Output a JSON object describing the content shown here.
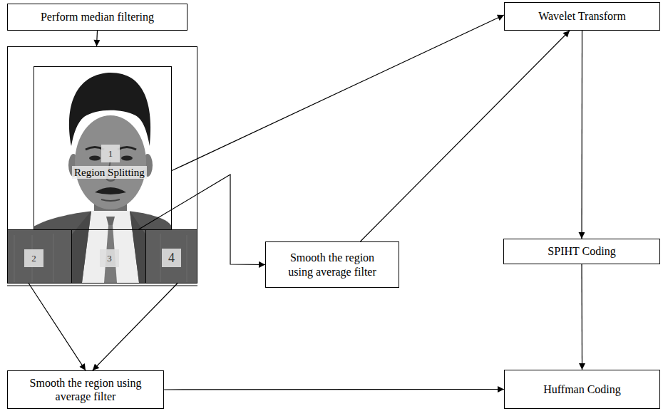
{
  "diagram": {
    "nodes": [
      {
        "text": [
          "Perform median filtering"
        ]
      },
      {
        "text": [
          "Region Splitting"
        ]
      },
      {
        "text": [
          "1"
        ],
        "in": 1
      },
      {
        "text": [
          "2"
        ],
        "in": 1
      },
      {
        "text": [
          "3"
        ],
        "in": 1
      },
      {
        "text": [
          "4"
        ],
        "in": 1
      },
      {
        "text": [
          "Wavelet Transform"
        ]
      },
      {
        "text": [
          "Smooth the region using average filter"
        ]
      },
      {
        "text": [
          "SPIHT Coding"
        ]
      },
      {
        "text": [
          "Smooth the region using average filter"
        ]
      },
      {
        "text": [
          "Huffman Coding"
        ]
      }
    ],
    "edges": [
      {
        "from": 0,
        "to": 1,
        "arrow": "to"
      },
      {
        "from": 2,
        "to": 6,
        "arrow": "to"
      },
      {
        "from": 4,
        "to": 7,
        "arrow": "to"
      },
      {
        "from": 7,
        "to": 6,
        "arrow": "to"
      },
      {
        "from": 3,
        "to": 9,
        "arrow": "to"
      },
      {
        "from": 5,
        "to": 9,
        "arrow": "to"
      },
      {
        "from": 6,
        "to": 8,
        "arrow": "to"
      },
      {
        "from": 8,
        "to": 10,
        "arrow": "to"
      },
      {
        "from": 9,
        "to": 10,
        "arrow": "to"
      }
    ]
  }
}
